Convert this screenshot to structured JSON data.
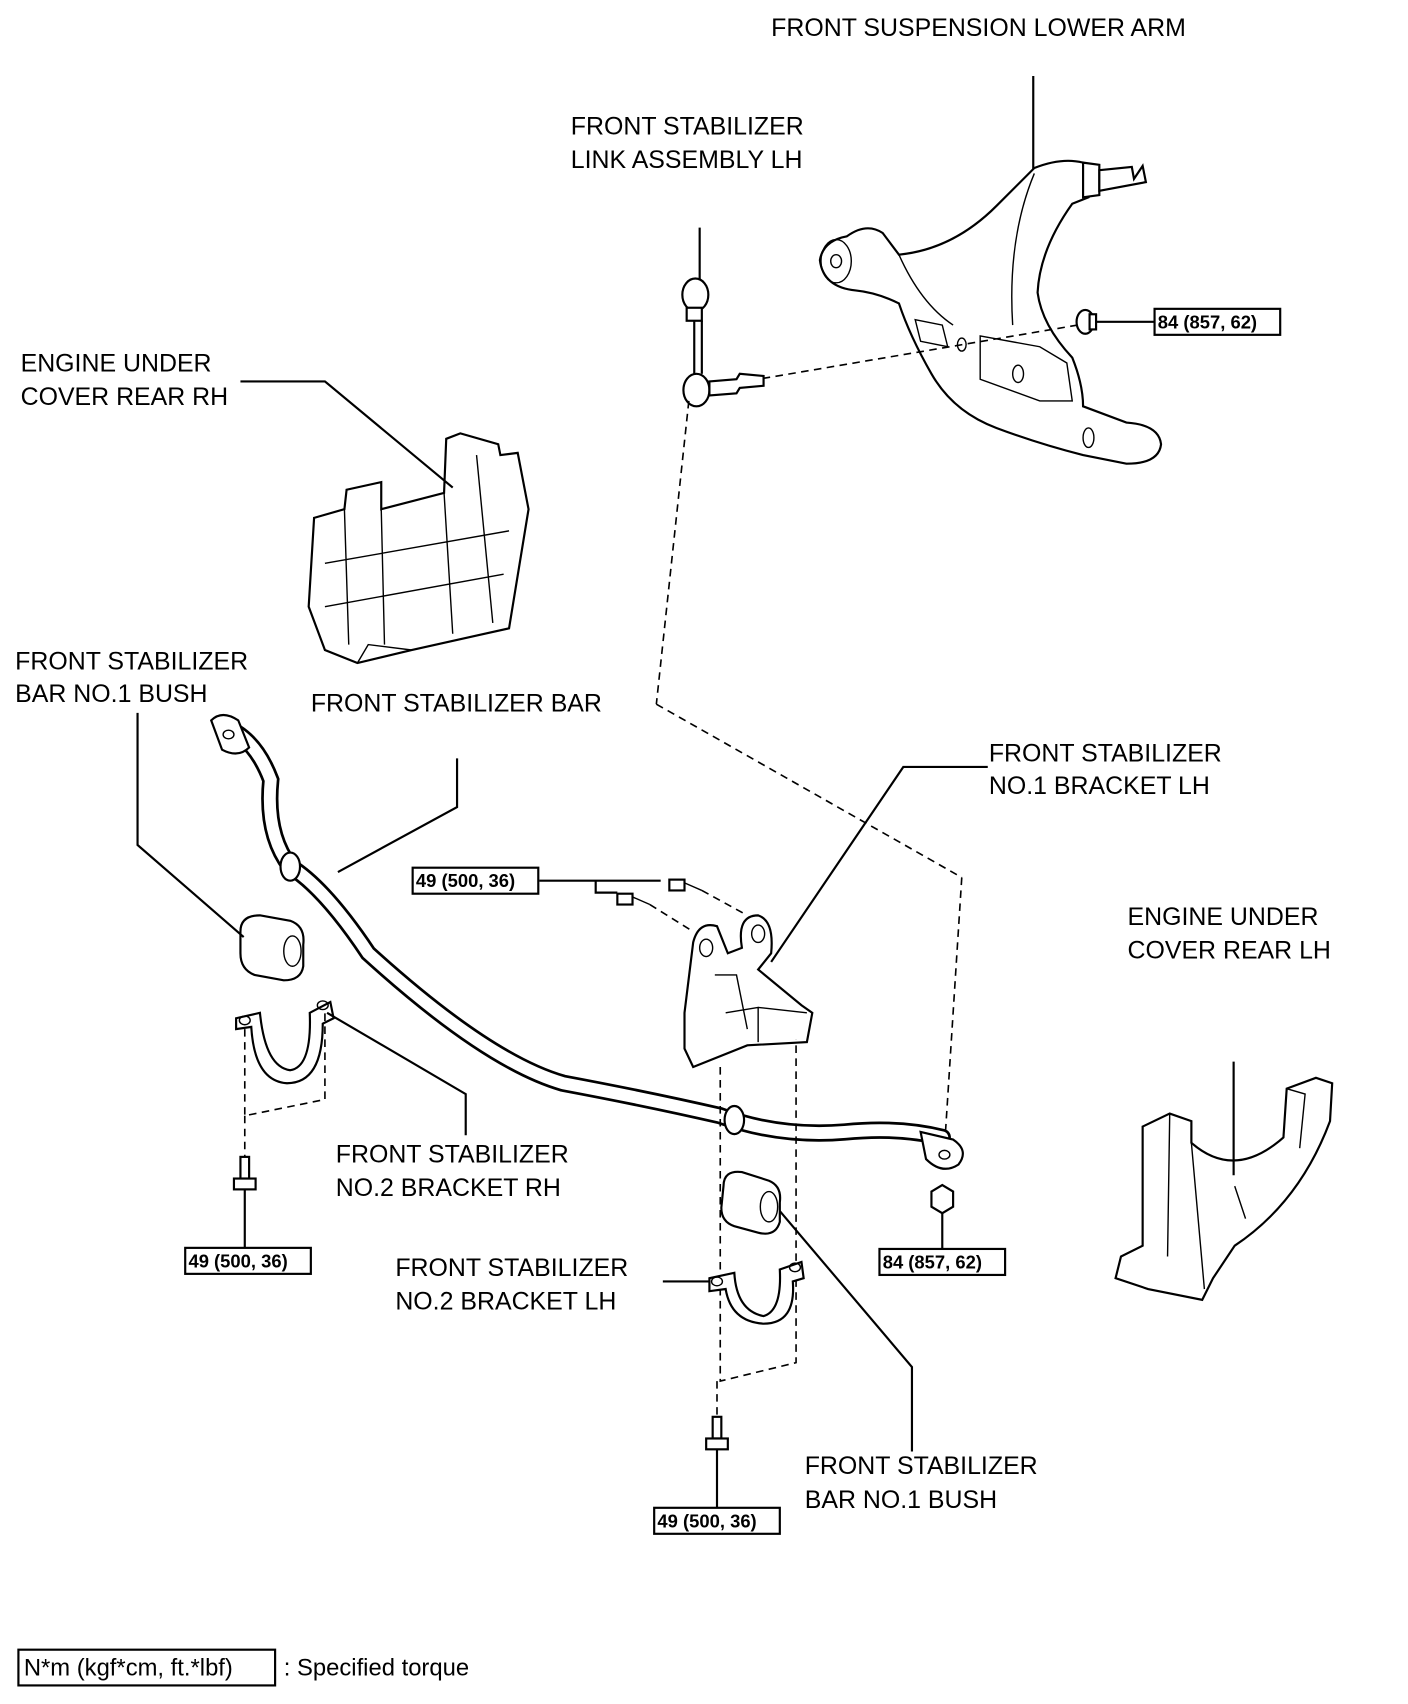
{
  "labels": {
    "lower_arm": "FRONT SUSPENSION LOWER ARM",
    "link_l1": "FRONT STABILIZER",
    "link_l2": "LINK ASSEMBLY LH",
    "cover_rh_l1": "ENGINE UNDER",
    "cover_rh_l2": "COVER REAR RH",
    "bush_rh_l1": "FRONT STABILIZER",
    "bush_rh_l2": "BAR NO.1 BUSH",
    "bar": "FRONT STABILIZER BAR",
    "bracket1_l1": "FRONT STABILIZER",
    "bracket1_l2": "NO.1 BRACKET LH",
    "cover_lh_l1": "ENGINE UNDER",
    "cover_lh_l2": "COVER REAR LH",
    "bracket2rh_l1": "FRONT STABILIZER",
    "bracket2rh_l2": "NO.2 BRACKET RH",
    "bracket2lh_l1": "FRONT STABILIZER",
    "bracket2lh_l2": "NO.2 BRACKET LH",
    "bush_lh_l1": "FRONT STABILIZER",
    "bush_lh_l2": "BAR NO.1 BUSH"
  },
  "torques": {
    "lower_arm_nut": "84 (857, 62)",
    "bracket_bolts": "49 (500, 36)",
    "rh_bracket_bolt": "49 (500, 36)",
    "link_nut": "84 (857, 62)",
    "lh_bracket_bolt": "49 (500, 36)"
  },
  "legend": {
    "unit": "N*m (kgf*cm, ft.*lbf)",
    "description": ": Specified torque"
  }
}
